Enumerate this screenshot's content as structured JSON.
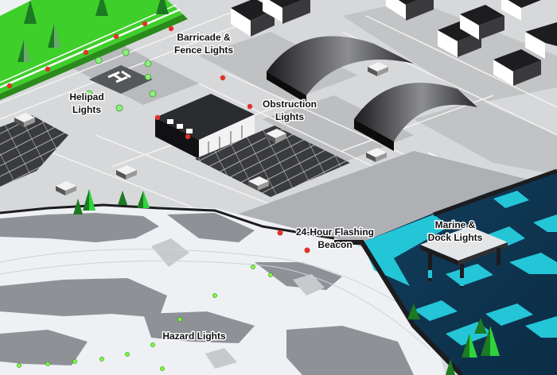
{
  "labels": {
    "barricade": [
      "Barricade &",
      "Fence Lights"
    ],
    "heliport": [
      "Helipad",
      "Lights"
    ],
    "obstruction": [
      "Obstruction",
      "Lights"
    ],
    "beacon": [
      "24-Hour Flashing",
      "Beacon"
    ],
    "marine": [
      "Marine &",
      "Dock Lights"
    ],
    "hazard": [
      "Hazard Lights"
    ]
  },
  "colors": {
    "grass": "#3fcf2a",
    "road": "#c9cacc",
    "lot": "#3a3b3e",
    "snow": "#eef0f3",
    "cliff": "#8e9196",
    "water_deep": "#0e3550",
    "water_shallow": "#25c5d8",
    "hazard_light": "#7cff3c",
    "helipad_light": "#8cf07a",
    "obstruction_light": "#e0322a",
    "tree": "#2fd33c"
  }
}
